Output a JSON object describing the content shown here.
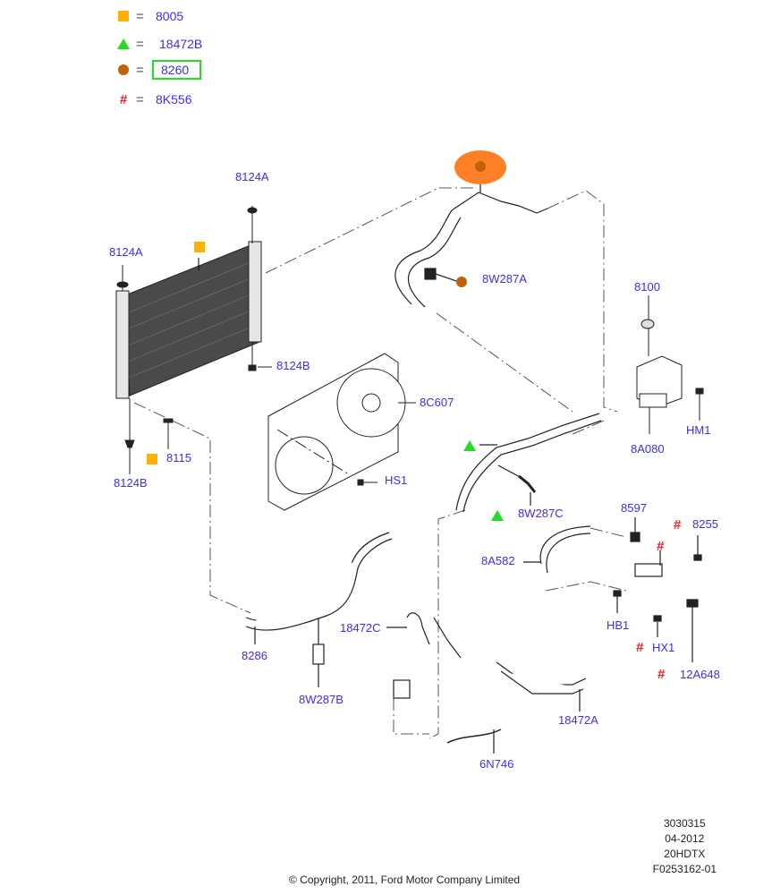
{
  "legend": [
    {
      "symbol": "square",
      "color": "#ffb000",
      "eq": "=",
      "code": "8005"
    },
    {
      "symbol": "triangle",
      "color": "#22dd22",
      "eq": "=",
      "code": "18472B"
    },
    {
      "symbol": "circle",
      "color": "#c0620a",
      "eq": "=",
      "code": "8260",
      "highlighted": true
    },
    {
      "symbol": "hash",
      "color": "#ff1a1a",
      "eq": "=",
      "code": "8K556",
      "glyph": "#"
    }
  ],
  "parts": {
    "p8124A_top": "8124A",
    "p8124A_left": "8124A",
    "p8124B_right": "8124B",
    "p8124B_bottom": "8124B",
    "p8115": "8115",
    "p8C607": "8C607",
    "pHS1": "HS1",
    "p8W287A": "8W287A",
    "p8100": "8100",
    "pHM1": "HM1",
    "p8A080": "8A080",
    "p8W287C": "8W287C",
    "p8597": "8597",
    "p8255": "8255",
    "p8A582": "8A582",
    "pHB1": "HB1",
    "pHX1": "HX1",
    "p12A648": "12A648",
    "p18472C": "18472C",
    "p8286": "8286",
    "p8W287B": "8W287B",
    "p18472A": "18472A",
    "p6N746": "6N746"
  },
  "markers": {
    "hash_glyph": "#",
    "highlight_color": "#ff7f27"
  },
  "footer": {
    "copyright": "© Copyright, 2011, Ford Motor Company Limited",
    "meta_lines": [
      "3030315",
      "04-2012",
      "20HDTX",
      "F0253162-01"
    ]
  }
}
